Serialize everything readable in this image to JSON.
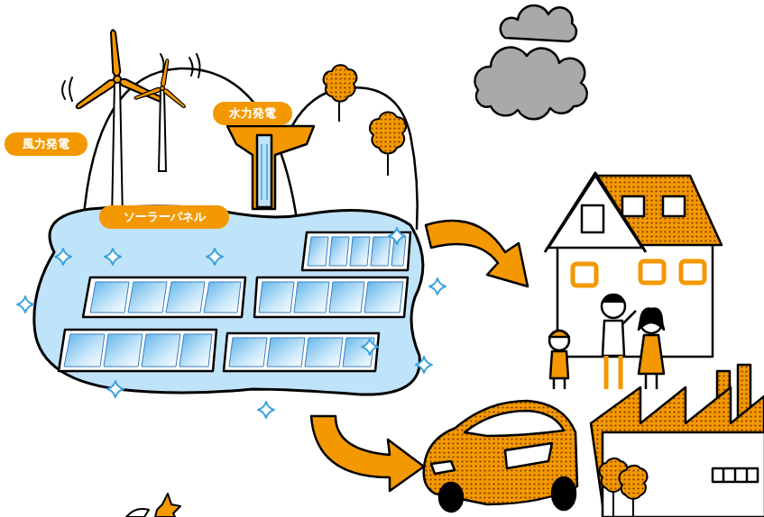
{
  "diagram": {
    "nodes": [
      {
        "text": [
          "風力発電"
        ]
      },
      {
        "text": [
          "水力発電"
        ]
      },
      {
        "text": [
          "ソーラーパネル"
        ]
      }
    ]
  }
}
